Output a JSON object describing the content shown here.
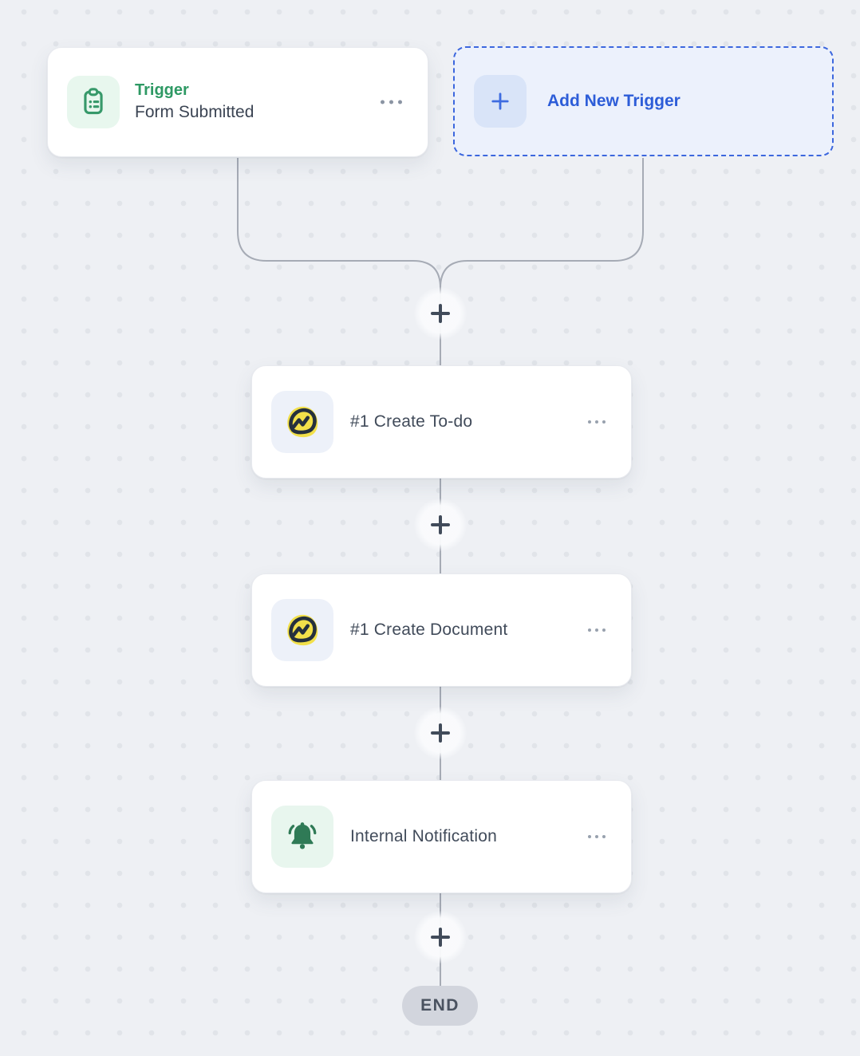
{
  "workflow": {
    "trigger_card": {
      "type_label": "Trigger",
      "name": "Form Submitted",
      "icon": "clipboard-icon",
      "menu_icon": "ellipsis-icon"
    },
    "add_trigger_button": {
      "label": "Add New Trigger",
      "icon": "plus-icon"
    },
    "steps": [
      {
        "label": "#1 Create To-do",
        "icon": "basecamp-icon",
        "menu_icon": "ellipsis-icon"
      },
      {
        "label": "#1 Create Document",
        "icon": "basecamp-icon",
        "menu_icon": "ellipsis-icon"
      },
      {
        "label": "Internal Notification",
        "icon": "bell-icon",
        "menu_icon": "ellipsis-icon"
      }
    ],
    "insert_step_icons": [
      "plus-icon",
      "plus-icon",
      "plus-icon",
      "plus-icon"
    ],
    "end_label": "END"
  },
  "colors": {
    "canvas_bg": "#eef0f4",
    "grid_dot": "#e1e4e9",
    "connector_line": "#a6abb5",
    "plus_glyph": "#414b5a",
    "card_bg": "#ffffff",
    "card_border": "#e8eaef",
    "trigger_green": "#2e9964",
    "trigger_icon_green": "#37996a",
    "trigger_icon_bg": "#e8f7ee",
    "step_text": "#414b5a",
    "add_trigger_blue": "#2d5dd8",
    "add_trigger_bg": "#ecf1fc",
    "add_trigger_border": "#3c67de",
    "add_icon_bg": "#d9e4f8",
    "basecamp_yellow": "#f2e04a",
    "basecamp_dark": "#25303d",
    "basecamp_icon_bg": "#edf1f9",
    "bell_green": "#2f7a56",
    "bell_icon_bg": "#e8f6ee",
    "menu_dots": "#8b94a3",
    "end_bg": "#d2d5dd",
    "end_text": "#4a5260"
  }
}
